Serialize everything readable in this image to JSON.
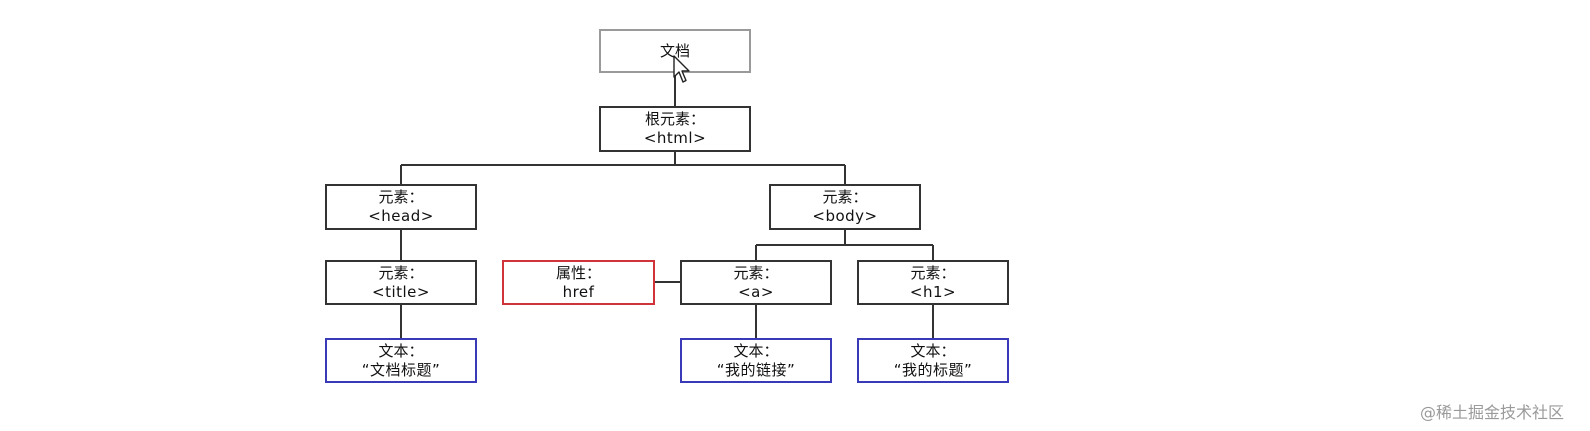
{
  "nodes": {
    "document": {
      "line1": "文档"
    },
    "html": {
      "line1": "根元素：",
      "line2": "<html>"
    },
    "head": {
      "line1": "元素：",
      "line2": "<head>"
    },
    "body": {
      "line1": "元素：",
      "line2": "<body>"
    },
    "title": {
      "line1": "元素：",
      "line2": "<title>"
    },
    "href": {
      "line1": "属性：",
      "line2": "href"
    },
    "a": {
      "line1": "元素：",
      "line2": "<a>"
    },
    "h1": {
      "line1": "元素：",
      "line2": "<h1>"
    },
    "text_title": {
      "line1": "文本：",
      "line2": "“文档标题”"
    },
    "text_link": {
      "line1": "文本：",
      "line2": "“我的链接”"
    },
    "text_heading": {
      "line1": "文本：",
      "line2": "“我的标题”"
    }
  },
  "colors": {
    "document_border": "#9a9a9a",
    "element_border": "#333333",
    "attribute_border": "#d0343a",
    "text_border": "#3a3ab8",
    "connector": "#333333"
  },
  "watermark": "@稀土掘金技术社区"
}
